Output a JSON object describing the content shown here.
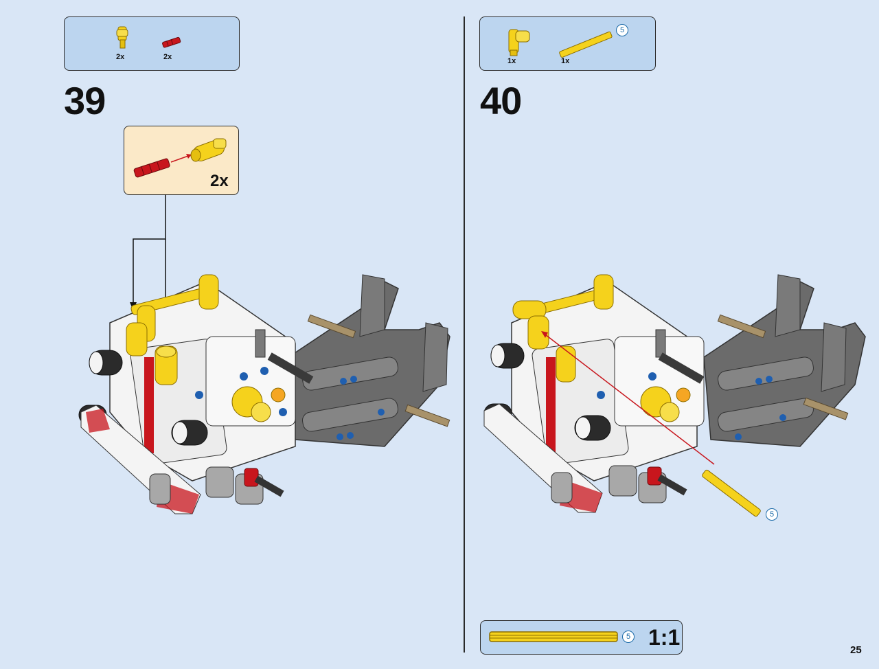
{
  "steps": [
    {
      "number": "39",
      "parts": [
        {
          "name": "yellow-connector",
          "qty": "2x"
        },
        {
          "name": "red-axle-pin",
          "qty": "2x"
        }
      ],
      "subassembly": {
        "qty": "2x"
      }
    },
    {
      "number": "40",
      "parts": [
        {
          "name": "yellow-connector",
          "qty": "1x"
        },
        {
          "name": "yellow-axle-5",
          "qty": "1x",
          "length": "5"
        }
      ],
      "callout_length": "5"
    }
  ],
  "scale_ref": {
    "length": "5",
    "ratio": "1:1"
  },
  "page_number": "25",
  "colors": {
    "background": "#d9e6f6",
    "parts_box": "#bcd5ef",
    "subassembly_box": "#fbe9c8",
    "yellow": "#f5d21c",
    "red": "#c8161d",
    "gray": "#6b6b6b",
    "white": "#f4f4f4",
    "blue": "#1f5fb0"
  }
}
